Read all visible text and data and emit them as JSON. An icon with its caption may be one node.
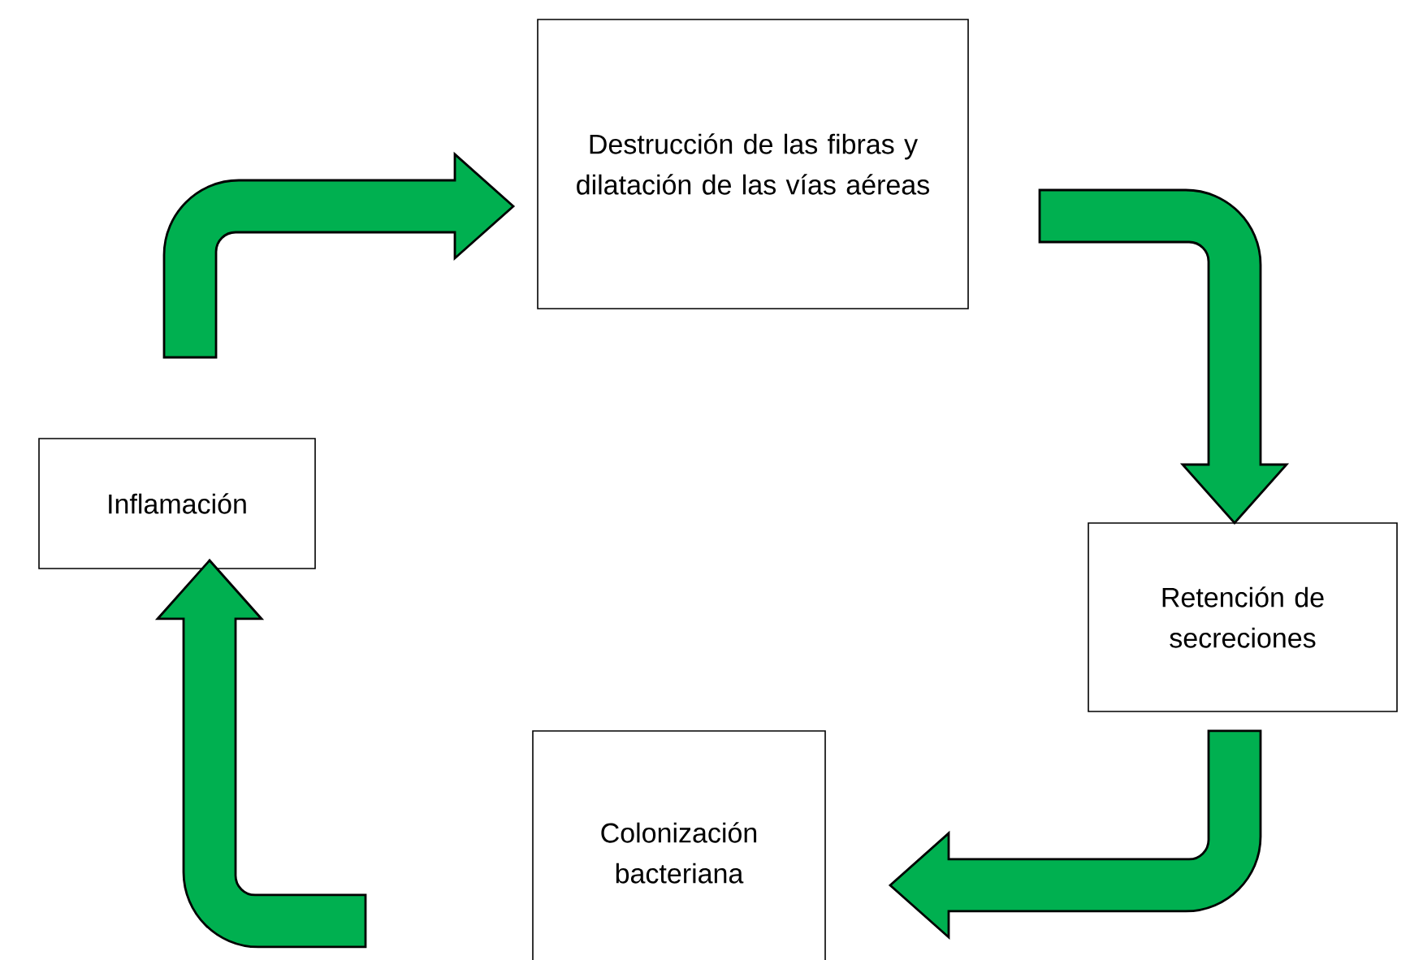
{
  "diagram": {
    "nodes": [
      {
        "text": [
          "Inflamación"
        ]
      },
      {
        "text": [
          "Destrucción de las fibras y dilatación de las vías aéreas"
        ]
      },
      {
        "text": [
          "Retención de secreciones"
        ]
      },
      {
        "text": [
          "Colonización bacteriana"
        ]
      }
    ],
    "edges": [
      {
        "from": 0,
        "to": 1,
        "arrow": "to",
        "style": "thick",
        "color": "#00b050"
      },
      {
        "from": 1,
        "to": 2,
        "arrow": "to",
        "style": "thick",
        "color": "#00b050"
      },
      {
        "from": 2,
        "to": 3,
        "arrow": "to",
        "style": "thick",
        "color": "#00b050"
      },
      {
        "from": 3,
        "to": 0,
        "arrow": "to",
        "style": "thick",
        "color": "#00b050"
      }
    ]
  }
}
